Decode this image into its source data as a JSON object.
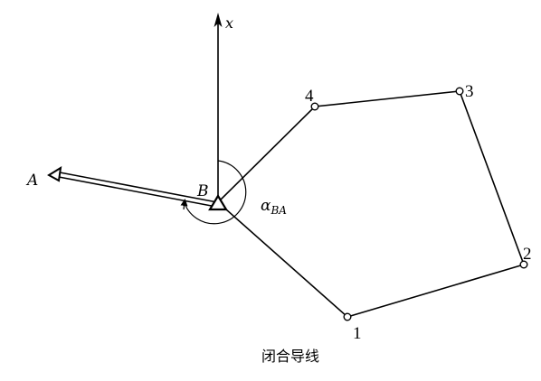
{
  "diagram": {
    "caption": "闭合导线",
    "axis_label": "x",
    "known_points": {
      "a": "A",
      "b": "B"
    },
    "angle_label": {
      "base": "α",
      "subscript": "BA"
    },
    "traverse_points": [
      {
        "label": "1"
      },
      {
        "label": "2"
      },
      {
        "label": "3"
      },
      {
        "label": "4"
      }
    ]
  }
}
